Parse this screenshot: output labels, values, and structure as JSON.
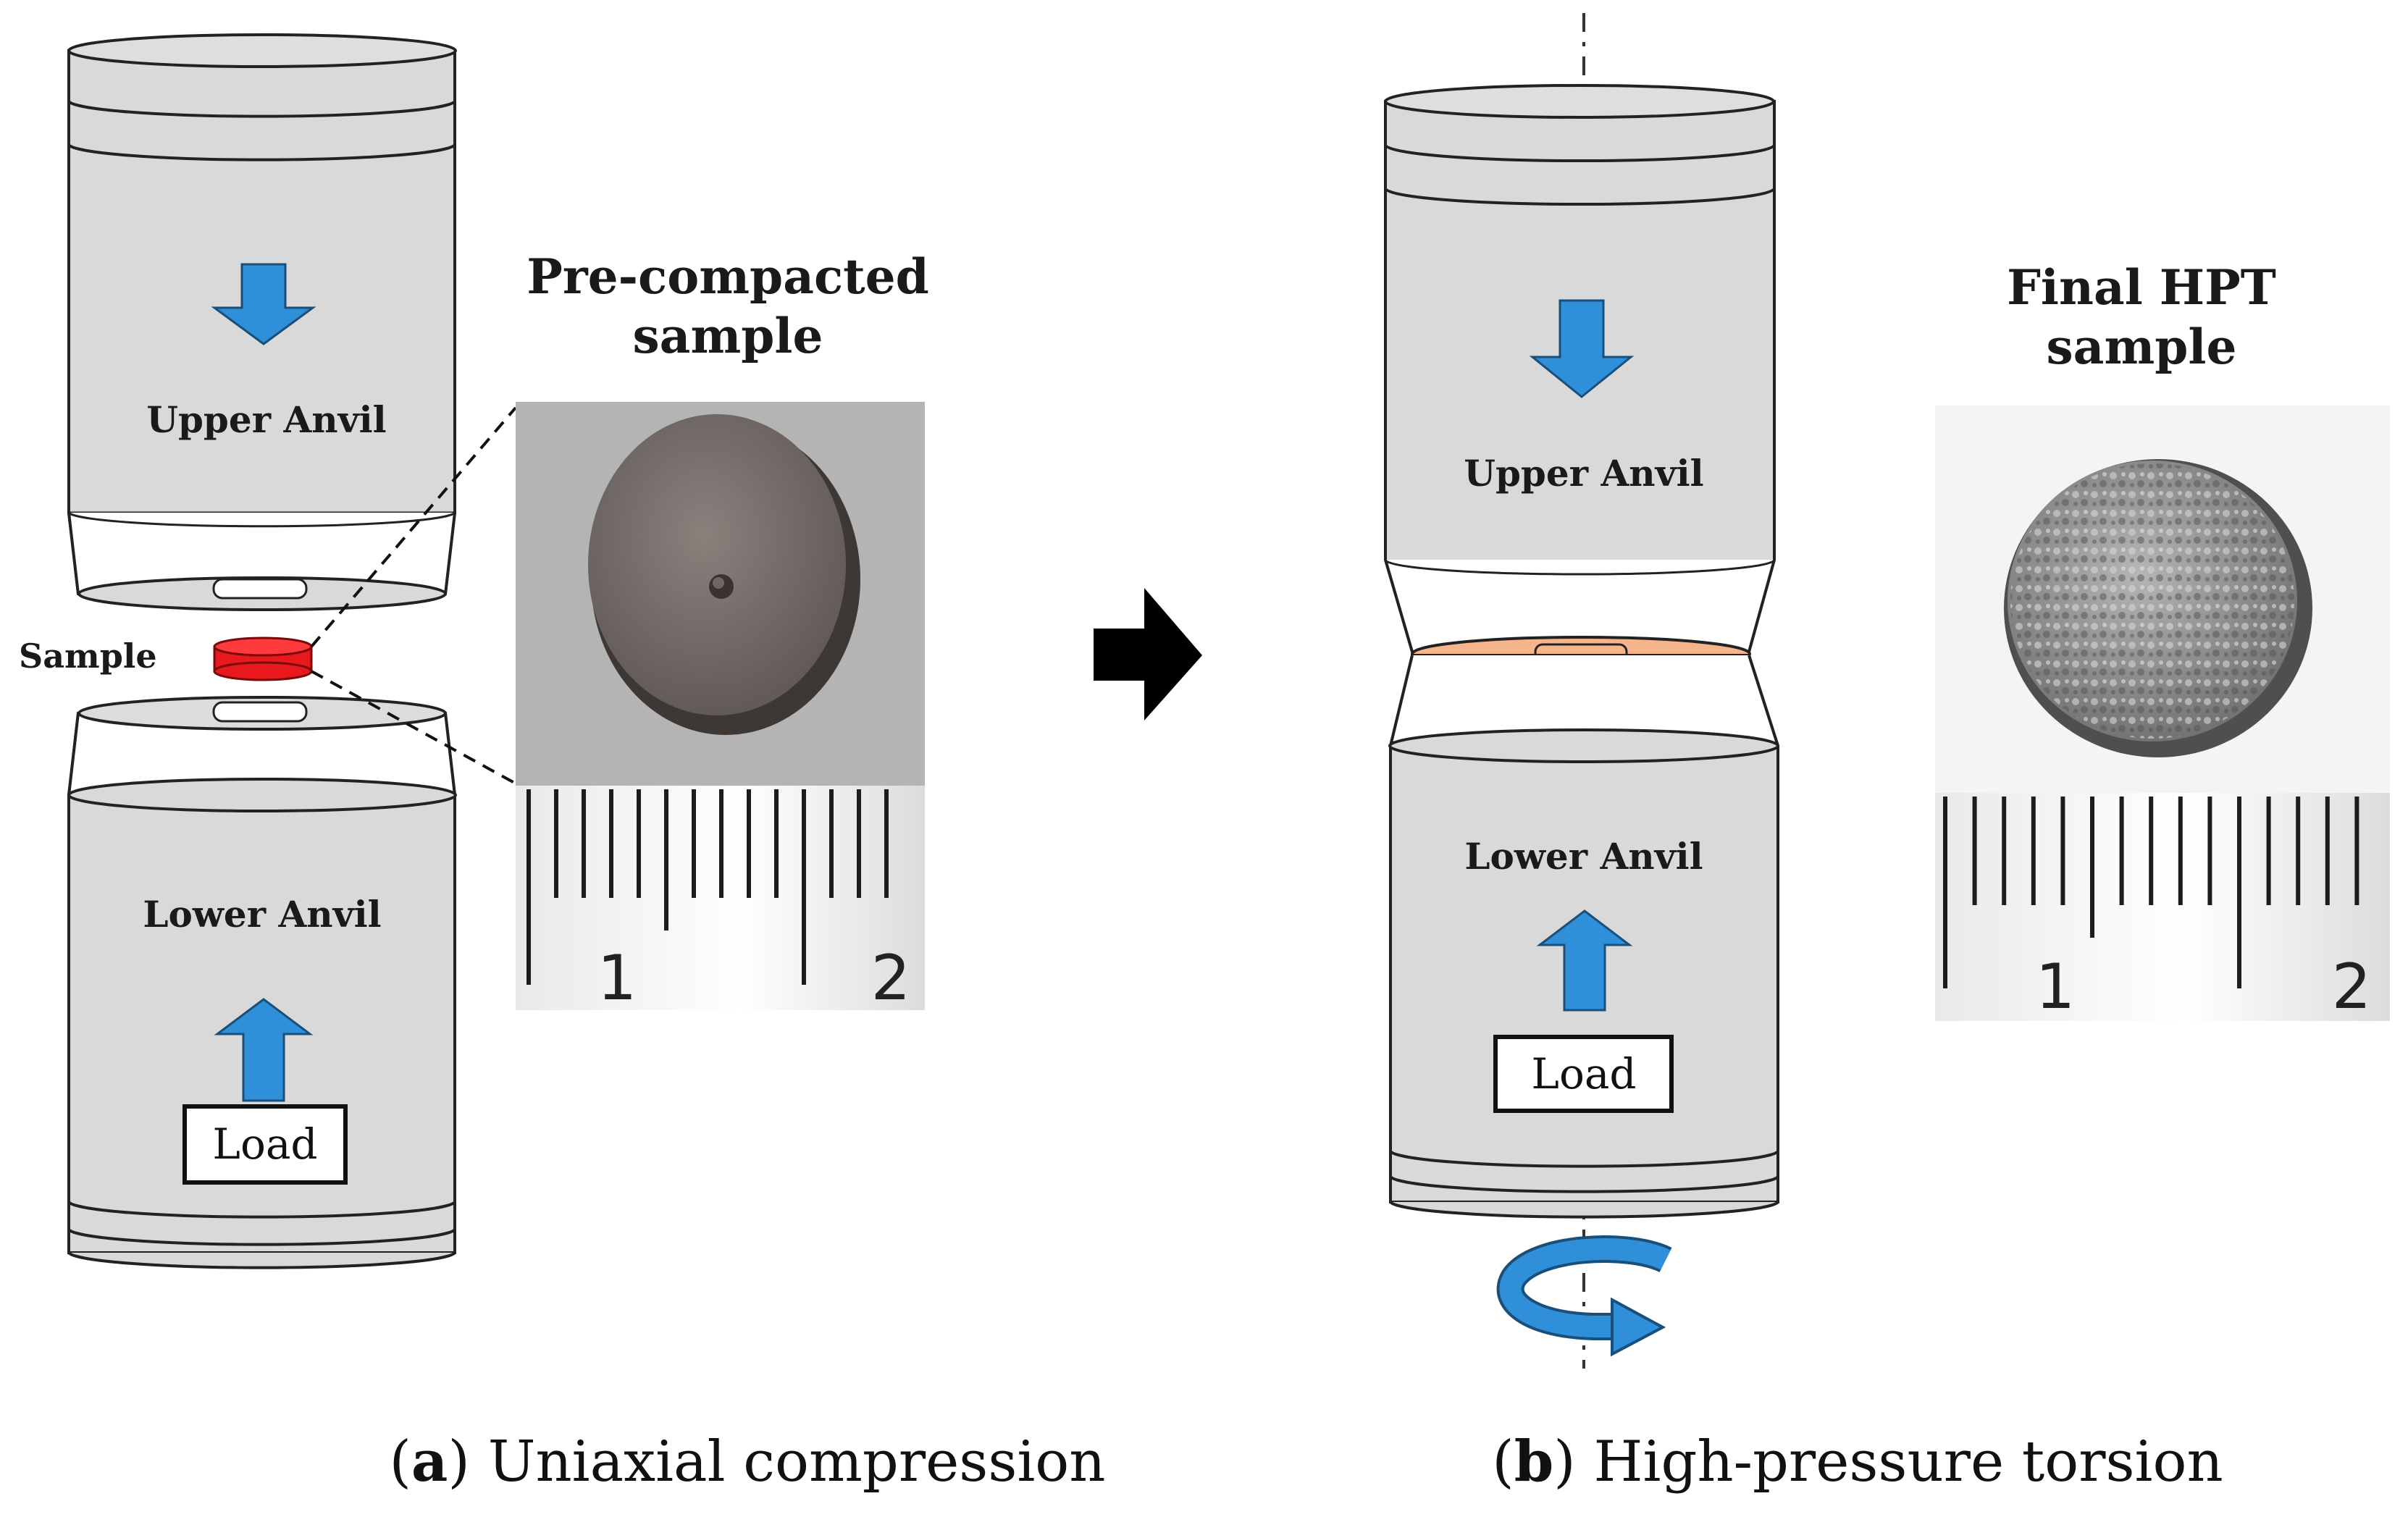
{
  "panel_a": {
    "upper_anvil": "Upper Anvil",
    "lower_anvil": "Lower Anvil",
    "sample_label": "Sample",
    "load_label": "Load",
    "photo_title_line1": "Pre-compacted",
    "photo_title_line2": "sample",
    "ruler_labels": [
      "1",
      "2"
    ],
    "caption_letter": "a",
    "caption_text": "Uniaxial compression"
  },
  "panel_b": {
    "upper_anvil": "Upper Anvil",
    "lower_anvil": "Lower Anvil",
    "load_label": "Load",
    "photo_title_line1": "Final HPT",
    "photo_title_line2": "sample",
    "ruler_labels": [
      "1",
      "2"
    ],
    "caption_letter": "b",
    "caption_text": "High-pressure torsion"
  },
  "colors": {
    "anvil_fill": "#d9d9d9",
    "arrow_blue": "#2f8fd8",
    "sample_red": "#e8191c",
    "hpt_disk": "#f6b48a",
    "process_arrow": "#000000"
  }
}
